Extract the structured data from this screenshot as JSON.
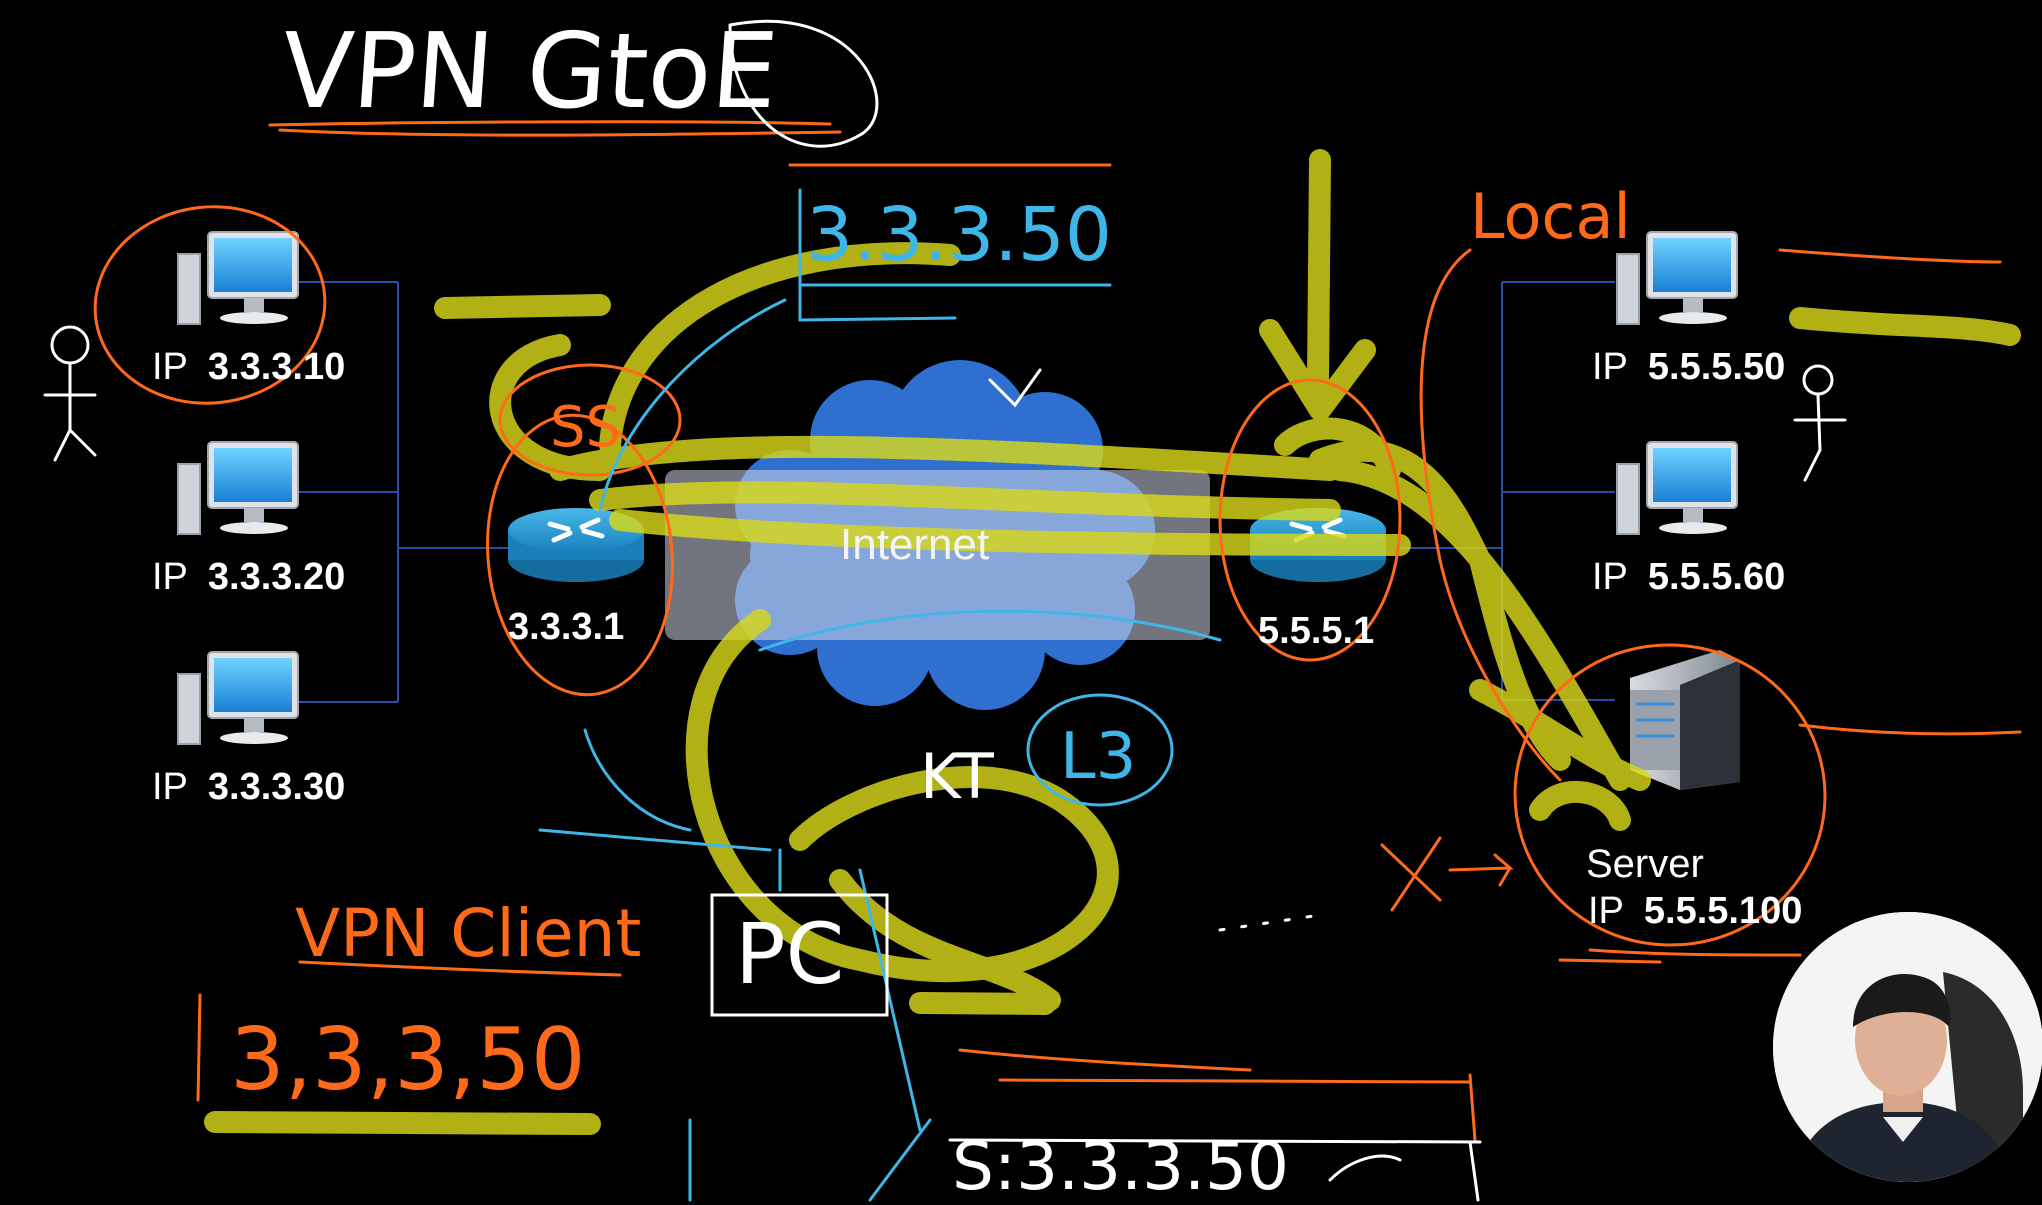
{
  "diagram": {
    "hosts_left": [
      {
        "ip_prefix": "IP",
        "ip": "3.3.3.10"
      },
      {
        "ip_prefix": "IP",
        "ip": "3.3.3.20"
      },
      {
        "ip_prefix": "IP",
        "ip": "3.3.3.30"
      }
    ],
    "router_left": {
      "ip": "3.3.3.1"
    },
    "cloud": {
      "label": "Internet"
    },
    "router_right": {
      "ip": "5.5.5.1"
    },
    "hosts_right": [
      {
        "ip_prefix": "IP",
        "ip": "5.5.5.50"
      },
      {
        "ip_prefix": "IP",
        "ip": "5.5.5.60"
      }
    ],
    "server": {
      "name": "Server",
      "ip_prefix": "IP",
      "ip": "5.5.5.100"
    }
  },
  "annotations": {
    "title": "VPN GtoE",
    "ip_top": "3.3.3.50",
    "local": "Local",
    "vpn_client": "VPN Client",
    "client_ip": "3,3,3,50",
    "pc": "PC",
    "ss": "SS",
    "kt": "KT",
    "l3": "L3",
    "bottom_ip": "S:3.3.3.50"
  },
  "colors": {
    "background": "#000000",
    "ink_white": "#ffffff",
    "ink_orange": "#ff6a1a",
    "ink_blue": "#3fb6e8",
    "highlighter_yellow": "#d8d81a",
    "router_blue": "#1a90c8",
    "cloud_blue": "#2f6fd0",
    "link_line": "#2a4ea8"
  },
  "icons": [
    "desktop-computer-icon",
    "router-icon",
    "cloud-icon",
    "server-tower-icon"
  ]
}
